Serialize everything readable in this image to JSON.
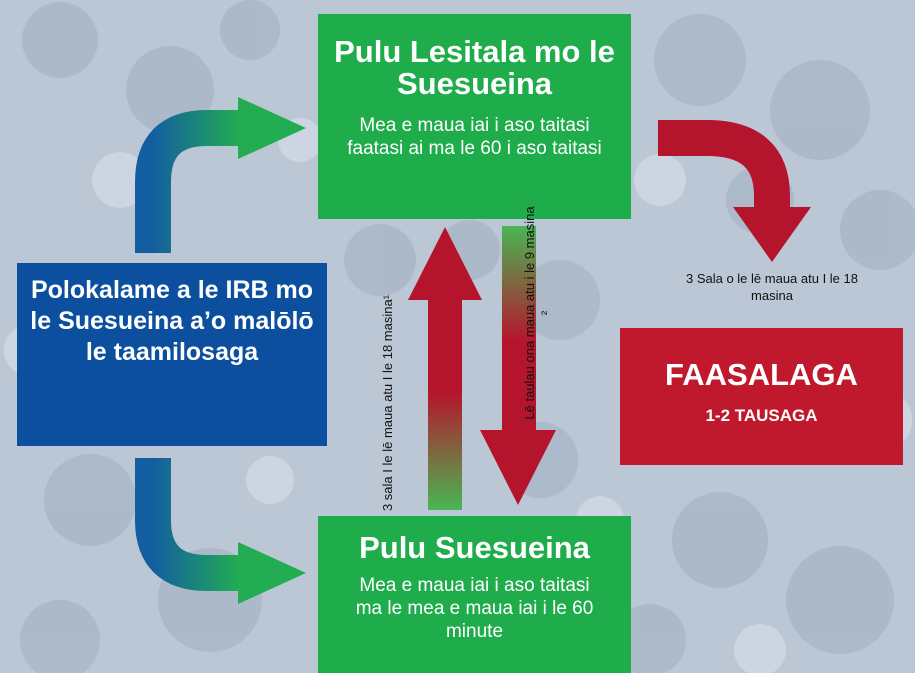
{
  "top_box": {
    "title": "Pulu Lesitala mo le Suesueina",
    "text": "Mea e maua iai i aso taitasi faatasi ai ma le 60 i aso taitasi"
  },
  "bottom_box": {
    "title": "Pulu Suesueina",
    "text": "Mea e maua iai i aso taitasi ma le mea e maua iai i le 60 minute"
  },
  "left_box": {
    "title": "Polokalame a le IRB mo le Suesueina a’o malōlō le taamilosaga"
  },
  "right_box": {
    "title": "FAASALAGA",
    "subtitle": "1-2 TAUSAGA"
  },
  "captions": {
    "right_arrow": "3 Sala o le lē maua atu I le 18 masina",
    "up_arrow": "3 sala I le lē maua atu I le 18 masina¹",
    "down_arrow": "Lē taulau ona maua atu i le 9 masina ²"
  },
  "colors": {
    "green_box": "#1fad4b",
    "blue_box": "#0b4f9e",
    "red_box": "#c0192d",
    "arrow_blue": "#135ea0",
    "arrow_green": "#22ad52",
    "arrow_red": "#b5152c",
    "background": "#b9c4d2"
  }
}
